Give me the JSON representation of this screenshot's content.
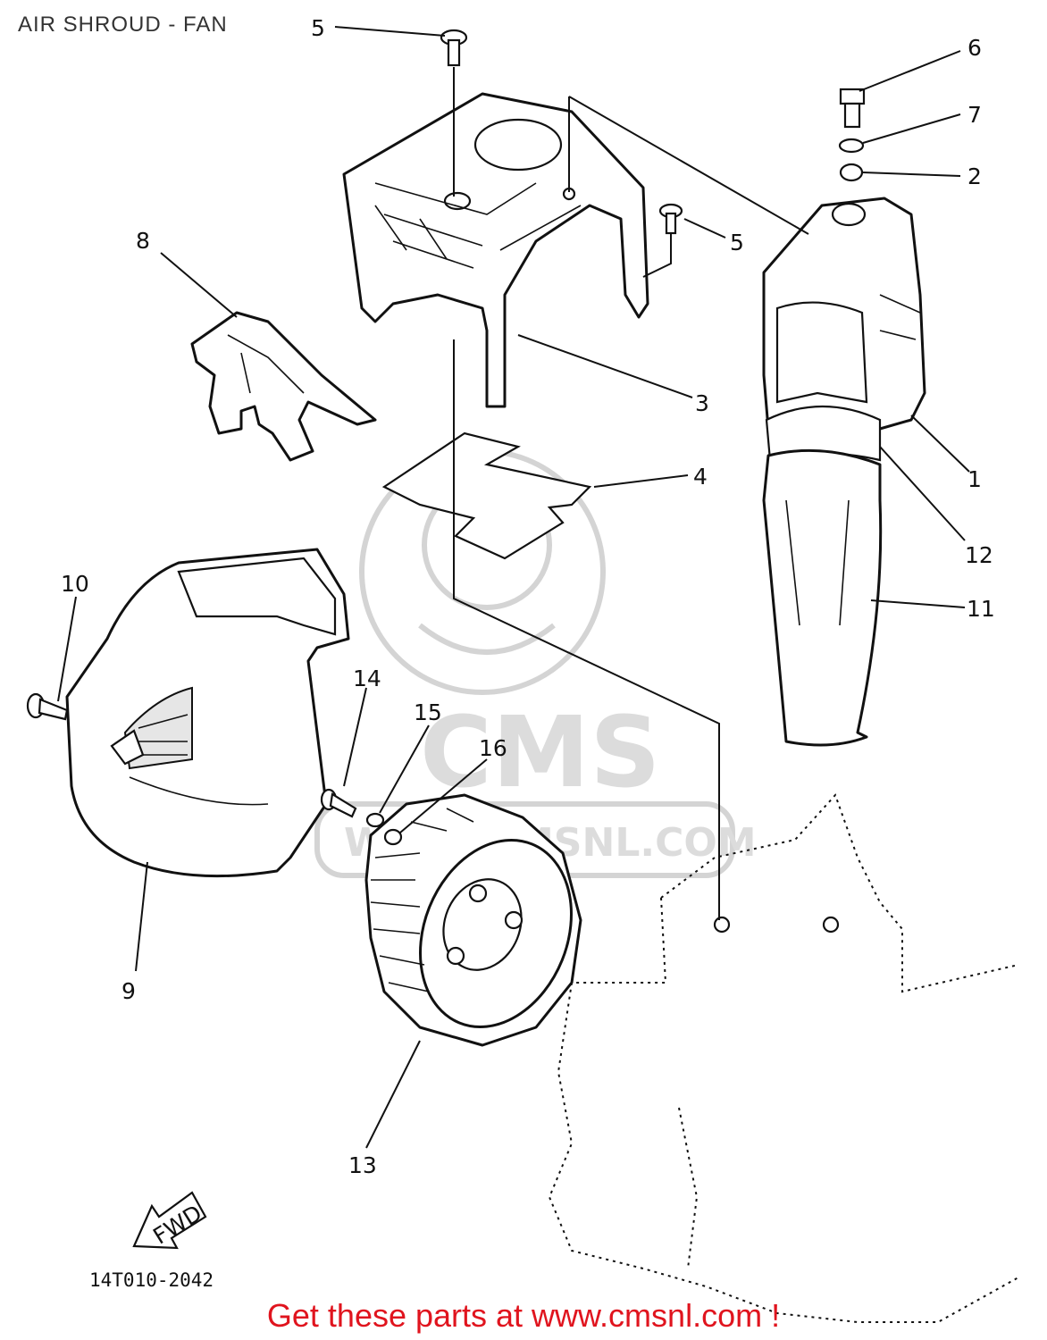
{
  "header": {
    "title": "AIR SHROUD - FAN"
  },
  "watermark": {
    "brand": "CMS",
    "site": "WWW.CMSNL.COM"
  },
  "callouts": [
    "1",
    "2",
    "3",
    "4",
    "5",
    "5",
    "6",
    "7",
    "8",
    "9",
    "10",
    "11",
    "12",
    "13",
    "14",
    "15",
    "16"
  ],
  "fwd_label": "FWD",
  "diagram_code": "14T010-2042",
  "footer": {
    "text": "Get these parts at www.cmsnl.com !",
    "color": "#e0141e"
  }
}
